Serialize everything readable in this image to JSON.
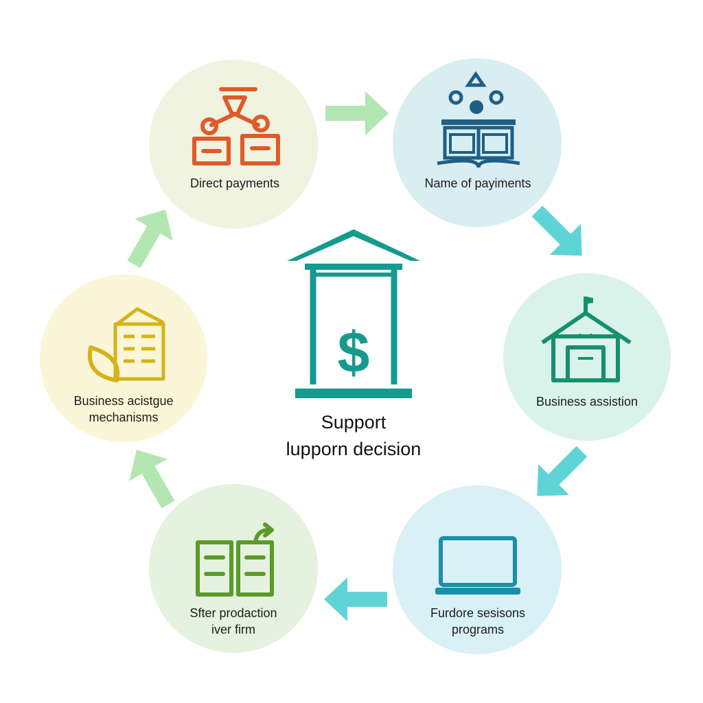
{
  "center": {
    "title_line1": "Support",
    "title_line2": "lupporn decision",
    "icon": "bank-dollar-icon",
    "color": "#159a8e"
  },
  "nodes": [
    {
      "id": "direct-payments",
      "label_lines": [
        "Direct payments"
      ],
      "icon": "org-chart-icon",
      "fill": "#eff3df",
      "icon_color": "#e05a2b"
    },
    {
      "id": "name-of-payments",
      "label_lines": [
        "Name of payiments"
      ],
      "icon": "bank-book-icon",
      "fill": "#d9eef2",
      "icon_color": "#1f5f86"
    },
    {
      "id": "business-assistion",
      "label_lines": [
        "Business assistion"
      ],
      "icon": "warehouse-icon",
      "fill": "#daf3ea",
      "icon_color": "#17906f"
    },
    {
      "id": "furdore-sesisons",
      "label_lines": [
        "Furdore sesisons",
        "programs"
      ],
      "icon": "laptop-icon",
      "fill": "#d8f0f6",
      "icon_color": "#1a8fa7"
    },
    {
      "id": "sfter-prodaction",
      "label_lines": [
        "Sfter prodaction",
        "iver firm"
      ],
      "icon": "open-book-arrow-icon",
      "fill": "#e5f2df",
      "icon_color": "#5c9a2a"
    },
    {
      "id": "business-acistgue",
      "label_lines": [
        "Business acistgue",
        "mechanisms"
      ],
      "icon": "building-leaf-icon",
      "fill": "#fbf6d7",
      "icon_color": "#d6b21a"
    }
  ],
  "arrows": [
    {
      "id": "arrow-1",
      "color": "#b3e6b0"
    },
    {
      "id": "arrow-2",
      "color": "#5fd4d6"
    },
    {
      "id": "arrow-3",
      "color": "#5fd4d6"
    },
    {
      "id": "arrow-4",
      "color": "#5fd4d6"
    },
    {
      "id": "arrow-5",
      "color": "#b3e6b0"
    },
    {
      "id": "arrow-6",
      "color": "#b3e6b0"
    }
  ]
}
